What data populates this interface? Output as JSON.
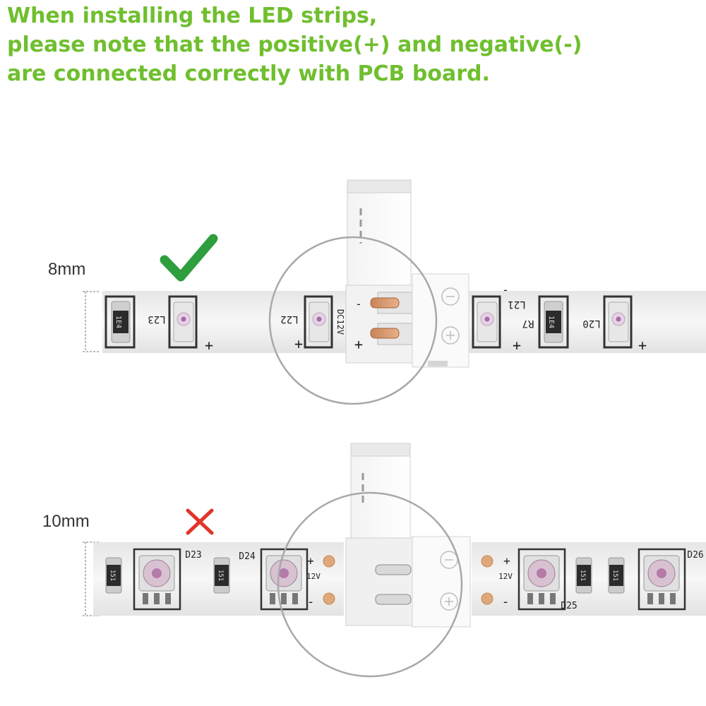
{
  "heading": {
    "line1": "When installing the LED strips,",
    "line2": "please note that the positive(+) and negative(-)",
    "line3": "are connected correctly with PCB board."
  },
  "top_example": {
    "width_label": "8mm",
    "status_icon": "check-icon",
    "status_color": "#2e9e3e",
    "labels": {
      "l23": "L23",
      "l22": "L22",
      "l21": "L21",
      "l20": "L20",
      "r7": "R7",
      "dc12v": "DC12V",
      "r_value": "1E4",
      "plus": "+",
      "minus": "-"
    }
  },
  "bottom_example": {
    "width_label": "10mm",
    "status_icon": "cross-icon",
    "status_color": "#e0352b",
    "labels": {
      "d23": "D23",
      "d24": "D24",
      "d25": "D25",
      "d26": "D26",
      "v12": "12V",
      "r_value": "151",
      "plus": "+",
      "minus": "-"
    }
  },
  "colors": {
    "heading": "#6fbf2e",
    "strip": "#f1f1f1",
    "pad": "#e0a878"
  }
}
